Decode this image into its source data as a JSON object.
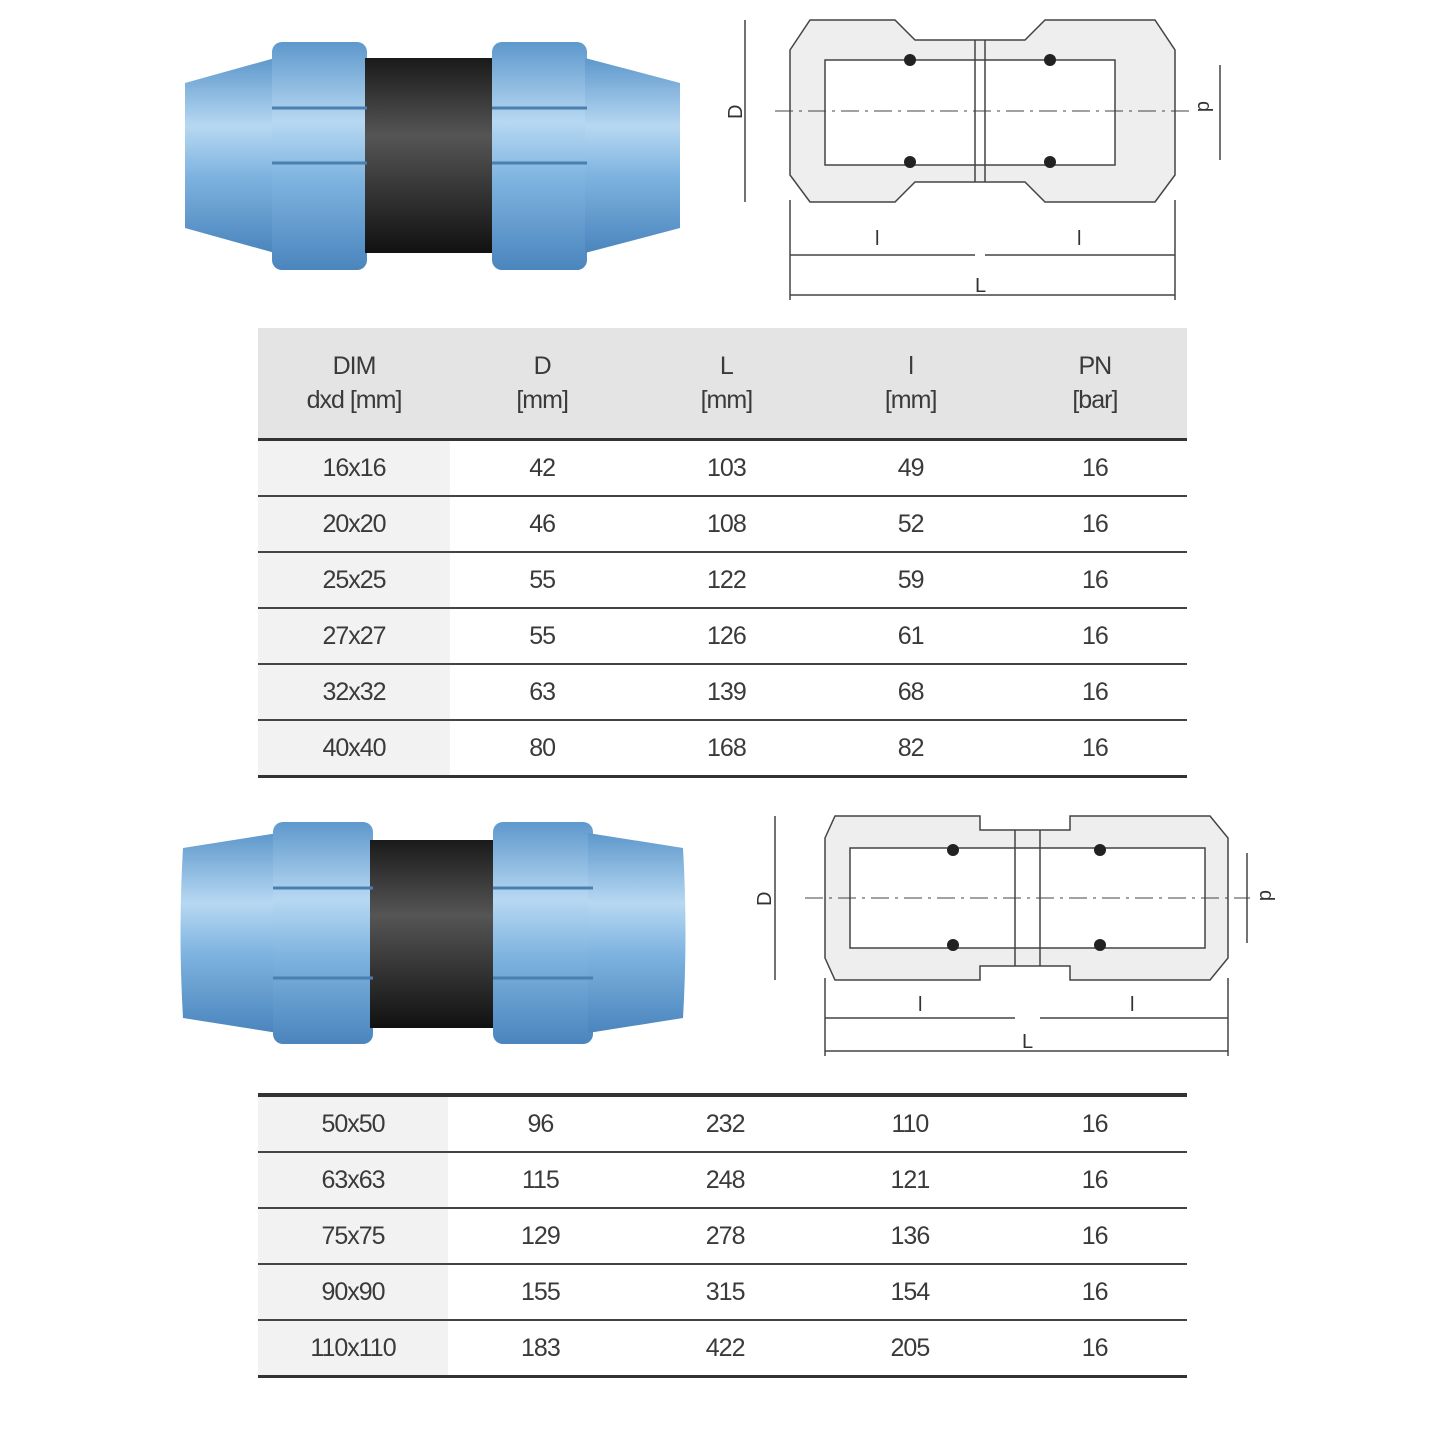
{
  "columns": [
    {
      "line1": "DIM",
      "line2": "dxd [mm]"
    },
    {
      "line1": "D",
      "line2": "[mm]"
    },
    {
      "line1": "L",
      "line2": "[mm]"
    },
    {
      "line1": "l",
      "line2": "[mm]"
    },
    {
      "line1": "PN",
      "line2": "[bar]"
    }
  ],
  "table1": [
    [
      "16x16",
      "42",
      "103",
      "49",
      "16"
    ],
    [
      "20x20",
      "46",
      "108",
      "52",
      "16"
    ],
    [
      "25x25",
      "55",
      "122",
      "59",
      "16"
    ],
    [
      "27x27",
      "55",
      "126",
      "61",
      "16"
    ],
    [
      "32x32",
      "63",
      "139",
      "68",
      "16"
    ],
    [
      "40x40",
      "80",
      "168",
      "82",
      "16"
    ]
  ],
  "table2": [
    [
      "50x50",
      "96",
      "232",
      "110",
      "16"
    ],
    [
      "63x63",
      "115",
      "248",
      "121",
      "16"
    ],
    [
      "75x75",
      "129",
      "278",
      "136",
      "16"
    ],
    [
      "90x90",
      "155",
      "315",
      "154",
      "16"
    ],
    [
      "110x110",
      "183",
      "422",
      "205",
      "16"
    ]
  ],
  "drawing_labels": {
    "D": "D",
    "d": "d",
    "l": "l",
    "L": "L"
  },
  "colors": {
    "blue": "#6fa8d8",
    "black": "#2a2a2a",
    "header_bg": "#e4e4e4"
  }
}
